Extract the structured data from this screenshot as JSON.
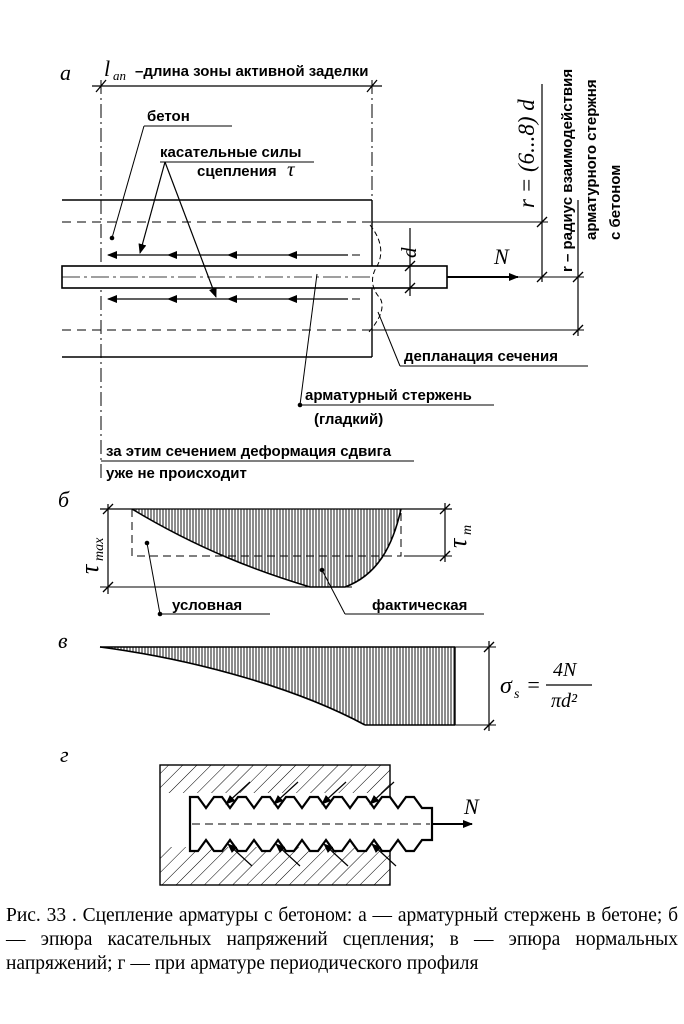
{
  "panel_a": {
    "letter": "a",
    "lan_symbol": "l",
    "lan_subscript": "an",
    "lan_desc": "–длина зоны активной заделки",
    "concrete": "бетон",
    "tangent_line1": "касательные силы",
    "tangent_line2": "сцепления",
    "tau": "τ",
    "force": "N",
    "diameter": "d",
    "radius_formula": "r = (6...8) d",
    "radius_desc_line1": "r – радиус взаимодействия",
    "radius_desc_line2": "арматурного стержня",
    "radius_desc_line3": "с бетоном",
    "warping": "депланация сечения",
    "rod_line1": "арматурный стержень",
    "rod_line2": "(гладкий)",
    "beyond_line1": "за этим сечением деформация сдвига",
    "beyond_line2": "уже не происходит"
  },
  "panel_b": {
    "letter": "б",
    "tau_max_main": "τ",
    "tau_max_sub": "max",
    "tau_m_main": "τ",
    "tau_m_sub": "m",
    "conditional": "условная",
    "actual": "фактическая"
  },
  "panel_v": {
    "letter": "в",
    "sigma": "σ",
    "sigma_sub": "s",
    "eq": "=",
    "numerator": "4N",
    "denominator": "πd²"
  },
  "panel_g": {
    "letter": "г",
    "force": "N"
  },
  "caption": "Рис.  33 . Сцепление арматуры с бетоном: а — арматурный стержень в бетоне; б — эпюра касательных напряжений сцепления; в — эпюра нормальных напряжений; г — при арматуре периодического профиля"
}
